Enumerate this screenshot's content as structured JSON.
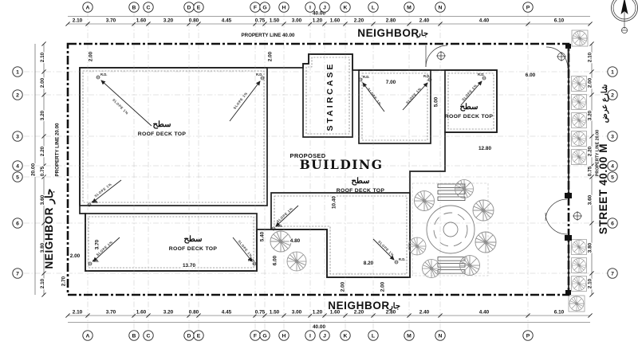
{
  "drawing": {
    "neighbor_top": "NEIGHBOR",
    "neighbor_top_ar": "جار",
    "neighbor_bottom": "NEIGHBOR",
    "neighbor_bottom_ar": "جار",
    "neighbor_left": "NEIGHBOR جار",
    "street": "STREET 40.00 M",
    "street_ar": "شارع عرض",
    "property_line_top": "PROPERTY LINE 40.00",
    "property_line_left": "PROPERTY LINE 20.00",
    "property_line_right": "PROPERTY LINE 20.00",
    "proposed": "PROPOSED",
    "building": "BUILDING",
    "staircase": "STAIRCASE",
    "roof_ar": "سطح",
    "roof_en": "ROOF DECK TOP",
    "slope": "SLOPE 1%",
    "rd": "R.D."
  },
  "grid": {
    "top_letters": [
      "A",
      "B",
      "C",
      "D",
      "E",
      "F",
      "G",
      "H",
      "I",
      "J",
      "K",
      "L",
      "M",
      "N",
      "P"
    ],
    "side_numbers": [
      "1",
      "2",
      "3",
      "4",
      "5",
      "6",
      "7"
    ],
    "top_dims": [
      "2.10",
      "3.70",
      "1.60",
      "3.20",
      "0.80",
      "4.45",
      "0.75",
      "1.50",
      "3.00",
      "1.20",
      "1.60",
      "2.20",
      "2.80",
      "2.40",
      "4.40",
      "6.10"
    ],
    "side_dims": [
      "2.10",
      "2.00",
      "3.20",
      "2.20",
      "0.75",
      "3.60",
      "3.80",
      "2.10"
    ],
    "top_total": "40.00",
    "side_total": "20.00"
  },
  "dims": {
    "d1": "7.00",
    "d2": "6.00",
    "d3": "12.80",
    "d4": "5.00",
    "d5": "10.40",
    "d6": "5.40",
    "d7": "6.00",
    "d8": "4.80",
    "d9": "8.20",
    "d10": "13.70",
    "d11": "2.00",
    "d12": "2.00",
    "d13": "2.00",
    "d14": "3.70",
    "d15": "2.70",
    "d16": "2.00",
    "d17": "2.00"
  }
}
